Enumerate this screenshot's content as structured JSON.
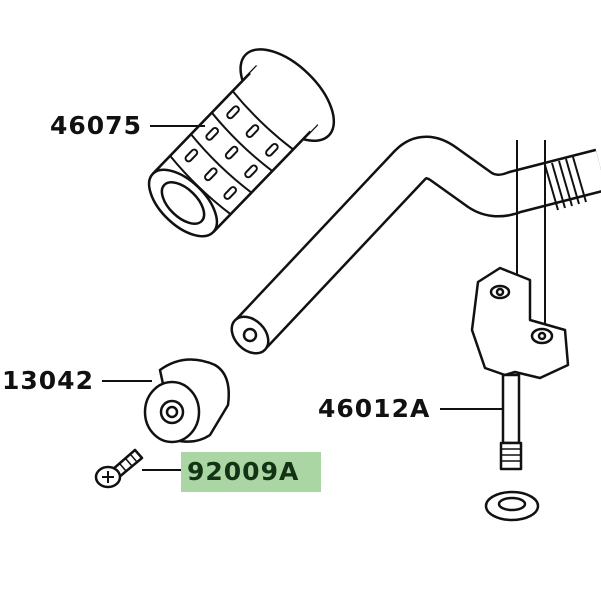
{
  "parts": [
    {
      "number": "46075",
      "part": "handlebar-grip"
    },
    {
      "number": "13042",
      "part": "bar-end-weight"
    },
    {
      "number": "46012A",
      "part": "handlebar-holder-bolt"
    },
    {
      "number": "92009A",
      "part": "screw",
      "highlighted": true
    }
  ],
  "colors": {
    "highlight": "#a9d6a3",
    "highlight_text": "#143214",
    "line": "#111111"
  }
}
